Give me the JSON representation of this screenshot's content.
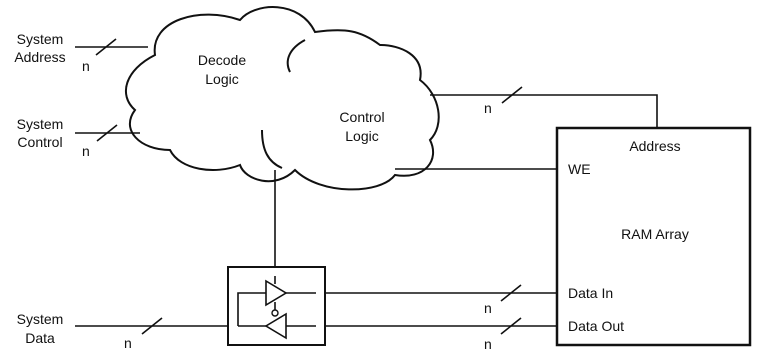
{
  "inputs": {
    "system_address": [
      "System",
      "Address"
    ],
    "system_control": [
      "System",
      "Control"
    ],
    "system_data": [
      "System",
      "Data"
    ]
  },
  "clouds": {
    "decode": [
      "Decode",
      "Logic"
    ],
    "control": [
      "Control",
      "Logic"
    ]
  },
  "ram": {
    "address": "Address",
    "we": "WE",
    "array": "RAM Array",
    "data_in": "Data In",
    "data_out": "Data Out"
  },
  "bus_width": "n"
}
